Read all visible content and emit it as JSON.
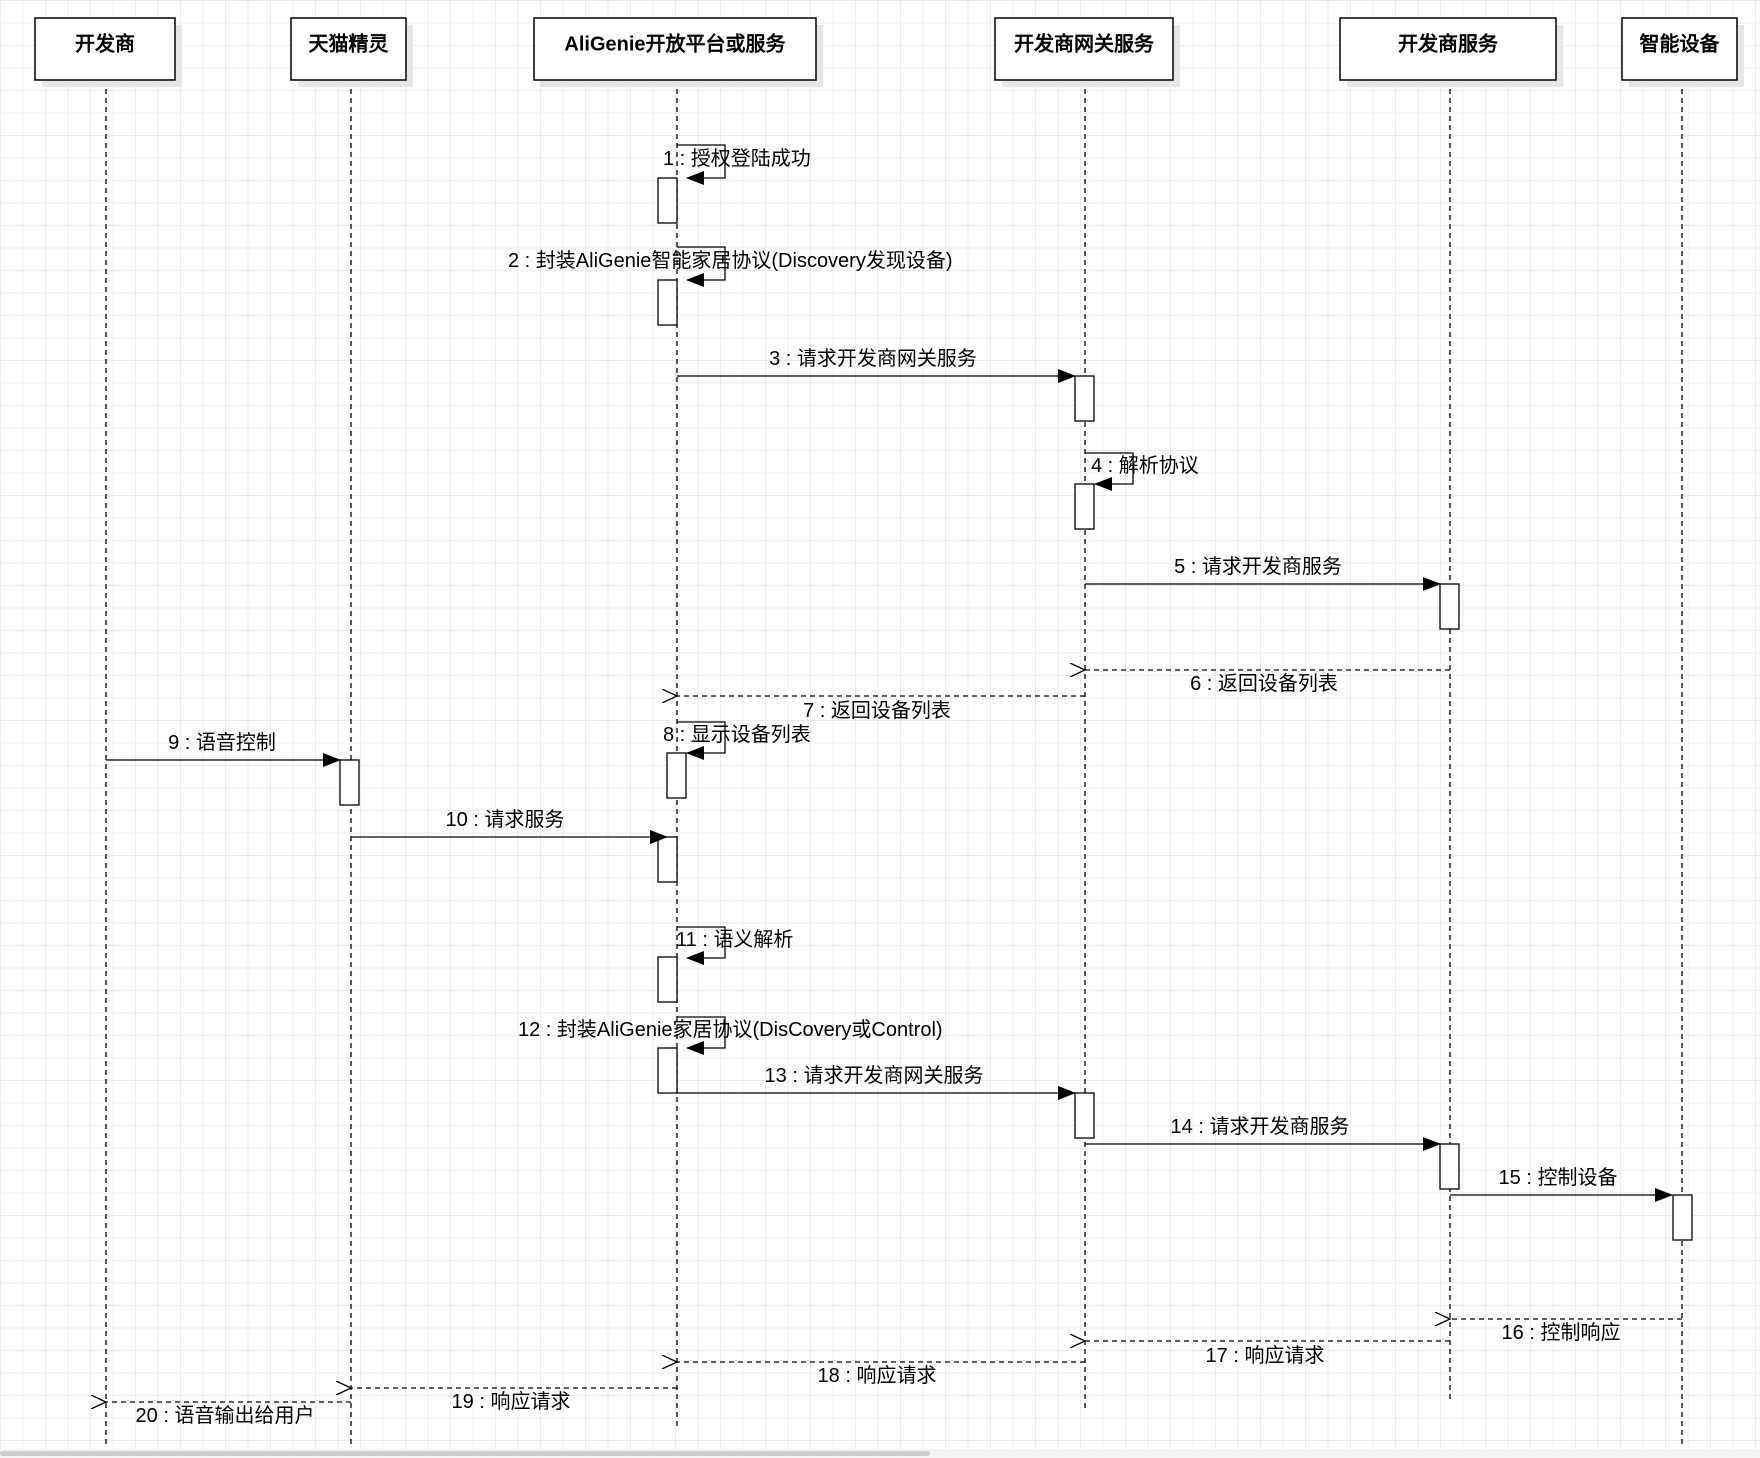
{
  "participants": [
    {
      "id": "developer",
      "label": "开发商"
    },
    {
      "id": "tmall_genie",
      "label": "天猫精灵"
    },
    {
      "id": "aligenie",
      "label": "AliGenie开放平台或服务"
    },
    {
      "id": "gateway",
      "label": "开发商网关服务"
    },
    {
      "id": "dev_service",
      "label": "开发商服务"
    },
    {
      "id": "smart_device",
      "label": "智能设备"
    }
  ],
  "messages": [
    {
      "num": "1",
      "text": "授权登陆成功",
      "from": "aligenie",
      "to": "aligenie",
      "style": "self"
    },
    {
      "num": "2",
      "text": "封装AliGenie智能家居协议(Discovery发现设备)",
      "from": "aligenie",
      "to": "aligenie",
      "style": "self"
    },
    {
      "num": "3",
      "text": "请求开发商网关服务",
      "from": "aligenie",
      "to": "gateway",
      "style": "sync"
    },
    {
      "num": "4",
      "text": "解析协议",
      "from": "gateway",
      "to": "gateway",
      "style": "self"
    },
    {
      "num": "5",
      "text": "请求开发商服务",
      "from": "gateway",
      "to": "dev_service",
      "style": "sync"
    },
    {
      "num": "6",
      "text": "返回设备列表",
      "from": "dev_service",
      "to": "gateway",
      "style": "reply"
    },
    {
      "num": "7",
      "text": "返回设备列表",
      "from": "gateway",
      "to": "aligenie",
      "style": "reply"
    },
    {
      "num": "8",
      "text": "显示设备列表",
      "from": "aligenie",
      "to": "aligenie",
      "style": "self"
    },
    {
      "num": "9",
      "text": "语音控制",
      "from": "developer",
      "to": "tmall_genie",
      "style": "sync"
    },
    {
      "num": "10",
      "text": "请求服务",
      "from": "tmall_genie",
      "to": "aligenie",
      "style": "sync"
    },
    {
      "num": "11",
      "text": "语义解析",
      "from": "aligenie",
      "to": "aligenie",
      "style": "self"
    },
    {
      "num": "12",
      "text": "封装AliGenie家居协议(DisCovery或Control)",
      "from": "aligenie",
      "to": "aligenie",
      "style": "self"
    },
    {
      "num": "13",
      "text": "请求开发商网关服务",
      "from": "aligenie",
      "to": "gateway",
      "style": "sync"
    },
    {
      "num": "14",
      "text": "请求开发商服务",
      "from": "gateway",
      "to": "dev_service",
      "style": "sync"
    },
    {
      "num": "15",
      "text": "控制设备",
      "from": "dev_service",
      "to": "smart_device",
      "style": "sync"
    },
    {
      "num": "16",
      "text": "控制响应",
      "from": "smart_device",
      "to": "dev_service",
      "style": "reply"
    },
    {
      "num": "17",
      "text": "响应请求",
      "from": "dev_service",
      "to": "gateway",
      "style": "reply"
    },
    {
      "num": "18",
      "text": "响应请求",
      "from": "gateway",
      "to": "aligenie",
      "style": "reply"
    },
    {
      "num": "19",
      "text": "响应请求",
      "from": "aligenie",
      "to": "tmall_genie",
      "style": "reply"
    },
    {
      "num": "20",
      "text": "语音输出给用户",
      "from": "tmall_genie",
      "to": "developer",
      "style": "reply"
    }
  ],
  "separator": " : "
}
